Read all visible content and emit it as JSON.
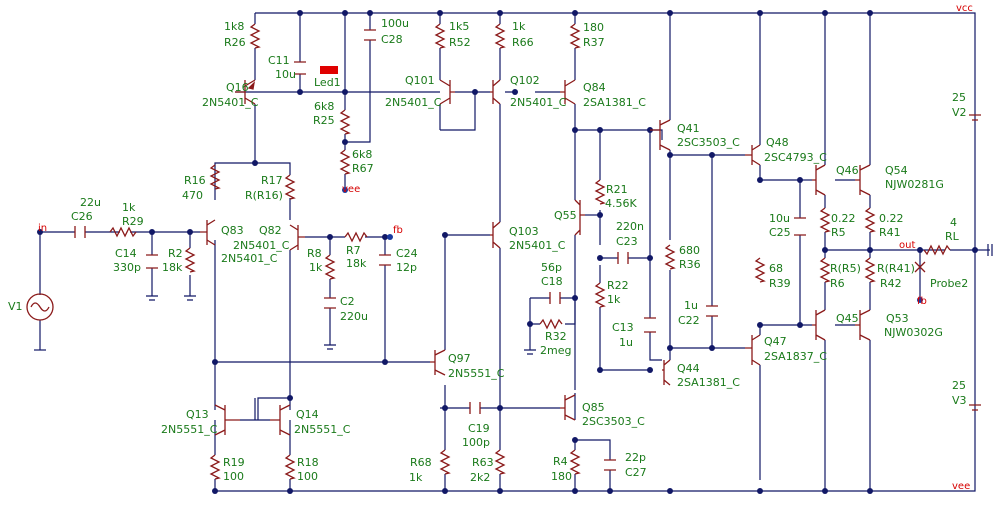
{
  "nets": {
    "vcc": "vcc",
    "vee_top": "vee",
    "vee_bottom": "vee",
    "in": "in",
    "fb_top": "fb",
    "fb_probe": "fb",
    "out": "out"
  },
  "labels": {
    "r26_val": "1k8",
    "r26": "R26",
    "c11": "C11",
    "c11_val": "10u",
    "led1": "Led1",
    "c28_val": "100u",
    "c28": "C28",
    "r52_val": "1k5",
    "r52": "R52",
    "r66_val": "1k",
    "r66": "R66",
    "r37_val": "180",
    "r37": "R37",
    "q16": "Q16",
    "q16_t": "2N5401_C",
    "r25_val": "6k8",
    "r25": "R25",
    "r67_val": "6k8",
    "r67": "R67",
    "q101": "Q101",
    "q101_t": "2N5401_C",
    "q102": "Q102",
    "q102_t": "2N5401_C",
    "q84": "Q84",
    "q84_t": "2SA1381_C",
    "q41": "Q41",
    "q41_t": "2SC3503_C",
    "q48": "Q48",
    "q48_t": "2SC4793_C",
    "q46": "Q46",
    "q54": "Q54",
    "q54_t": "NJW0281G",
    "v2_val": "25",
    "v2": "V2",
    "r16": "R16",
    "r16_val": "470",
    "r17": "R17",
    "r17_val": "R(R16)",
    "r21": "R21",
    "r21_val": "4.56K",
    "q55": "Q55",
    "c23_val": "220n",
    "c23": "C23",
    "c26_val": "22u",
    "c26": "C26",
    "r29_val": "1k",
    "r29": "R29",
    "c14": "C14",
    "c14_val": "330p",
    "r2": "R2",
    "r2_val": "18k",
    "q83": "Q83",
    "q83_t": "2N5401_C",
    "q82": "Q82",
    "q82_t": "2N5401_C",
    "r8": "R8",
    "r8_val": "1k",
    "r7": "R7",
    "r7_val": "18k",
    "c24": "C24",
    "c24_val": "12p",
    "c2": "C2",
    "c2_val": "220u",
    "q103": "Q103",
    "q103_t": "2N5401_C",
    "c18_val": "56p",
    "c18": "C18",
    "r22": "R22",
    "r22_val": "1k",
    "r32": "R32",
    "r32_val": "2meg",
    "c13": "C13",
    "c13_val": "1u",
    "r36_val": "680",
    "r36": "R36",
    "c22_val": "1u",
    "c22": "C22",
    "c25_val": "10u",
    "c25": "C25",
    "r39_val": "68",
    "r39": "R39",
    "r5_val": "0.22",
    "r5": "R5",
    "r41_val": "0.22",
    "r41": "R41",
    "rl_val": "4",
    "rl": "RL",
    "r6_val": "R(R5)",
    "r6": "R6",
    "r42_val": "R(R41)",
    "r42": "R42",
    "probe2": "Probe2",
    "q45": "Q45",
    "q53": "Q53",
    "q53_t": "NJW0302G",
    "q47": "Q47",
    "q47_t": "2SA1837_C",
    "q44": "Q44",
    "q44_t": "2SA1381_C",
    "q97": "Q97",
    "q97_t": "2N5551_C",
    "v1": "V1",
    "q13": "Q13",
    "q13_t": "2N5551_C",
    "q14": "Q14",
    "q14_t": "2N5551_C",
    "q85": "Q85",
    "q85_t": "2SC3503_C",
    "c19": "C19",
    "c19_val": "100p",
    "r68": "R68",
    "r68_val": "1k",
    "r63": "R63",
    "r63_val": "2k2",
    "r4": "R4",
    "r4_val": "180",
    "c27_val": "22p",
    "c27": "C27",
    "r19": "R19",
    "r19_val": "100",
    "r18": "R18",
    "r18_val": "100",
    "v3_val": "25",
    "v3": "V3"
  },
  "colors": {
    "wire": "#111866",
    "component": "#8b1a1a",
    "label": "#1a7a1a",
    "net_label": "#d60000",
    "led": "#e00000"
  }
}
